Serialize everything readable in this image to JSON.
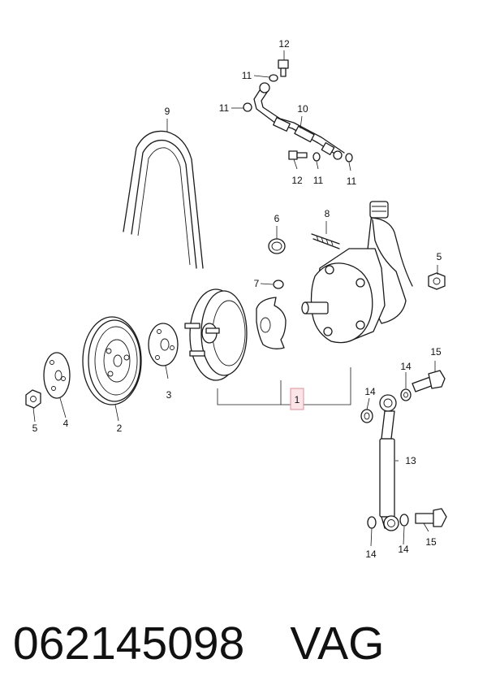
{
  "callouts": {
    "c1": "1",
    "c2": "2",
    "c3": "3",
    "c4": "4",
    "c5a": "5",
    "c5b": "5",
    "c6": "6",
    "c7": "7",
    "c8": "8",
    "c9": "9",
    "c10": "10",
    "c11a": "11",
    "c11b": "11",
    "c11c": "11",
    "c11d": "11",
    "c12a": "12",
    "c12b": "12",
    "c13": "13",
    "c14a": "14",
    "c14b": "14",
    "c14c": "14",
    "c14d": "14",
    "c15a": "15",
    "c15b": "15"
  },
  "caption": {
    "part_number": "062145098",
    "brand": "VAG"
  },
  "colors": {
    "line": "#1a1a1a",
    "highlight_fill": "#fbe5e8",
    "highlight_border": "#e0909a"
  }
}
